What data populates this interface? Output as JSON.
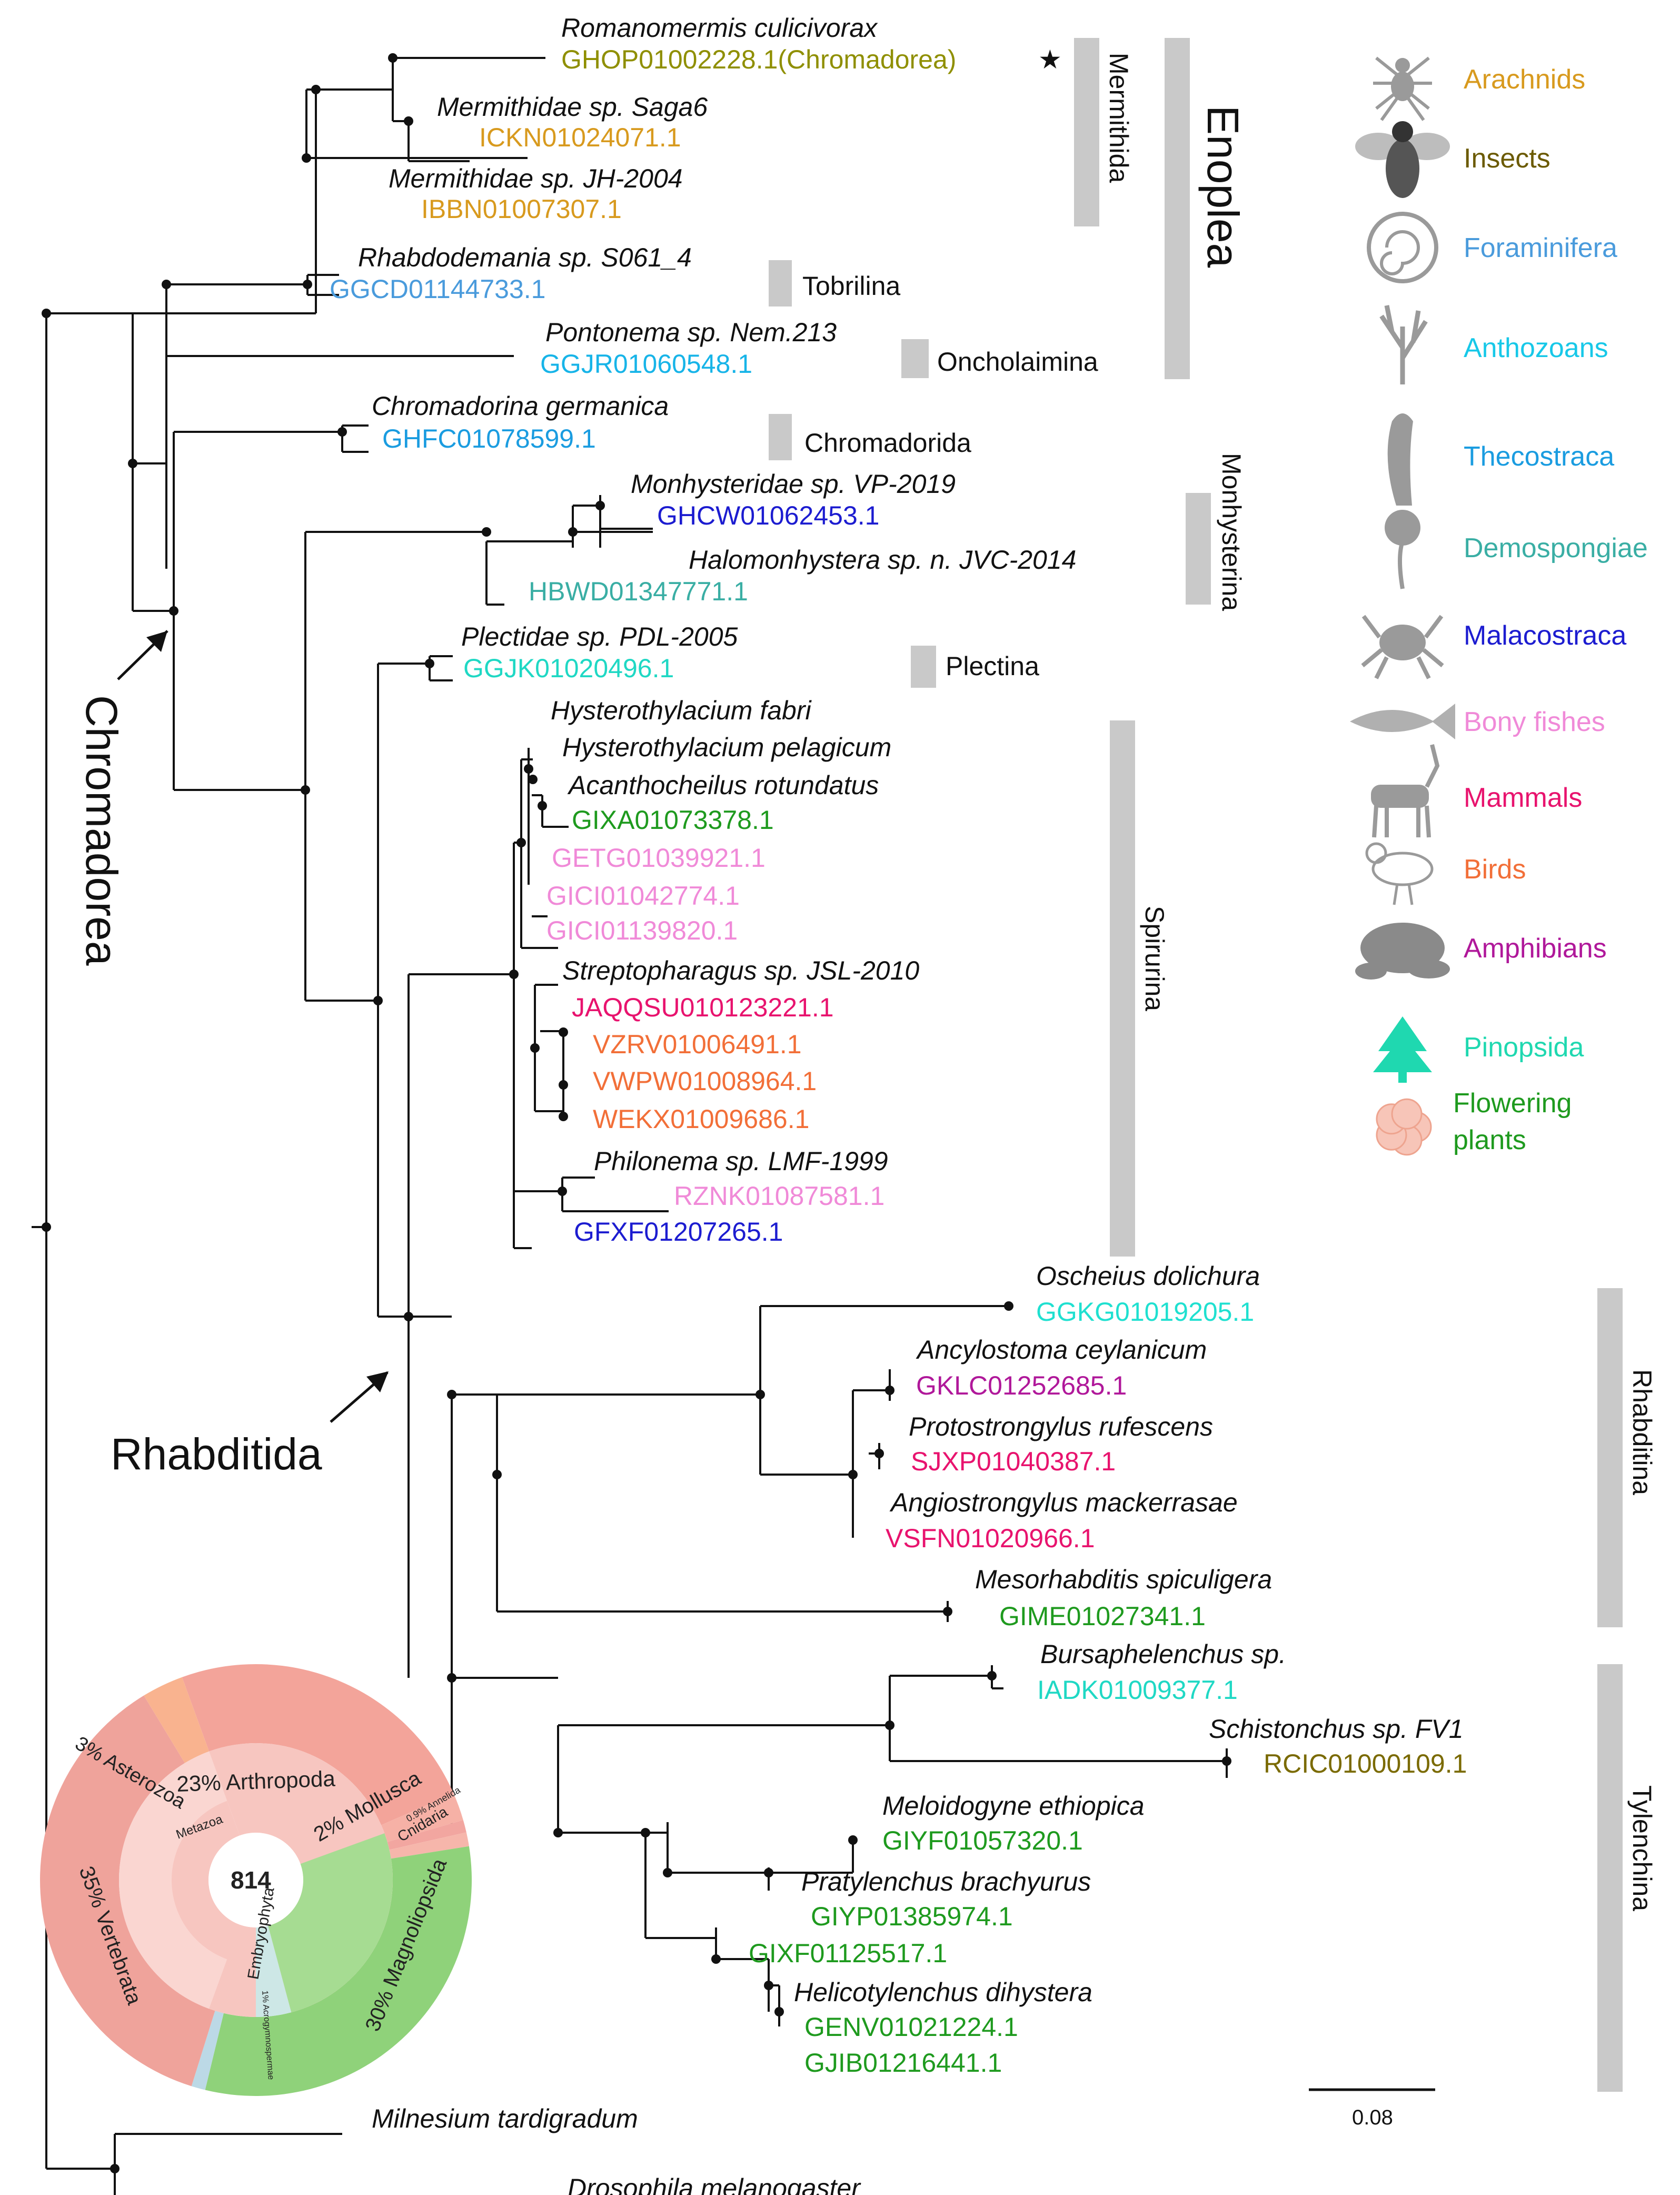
{
  "taxa": [
    {
      "species": "Romanomermis culicivorax",
      "accession": "GHOP01002228.1(Chromadorea)",
      "acc_color": "#8f8f00",
      "star": "★"
    },
    {
      "species": "Mermithidae sp. Saga6",
      "accession": "ICKN01024071.1",
      "acc_color": "#d89a1e"
    },
    {
      "species": "Mermithidae sp. JH-2004",
      "accession": "IBBN01007307.1",
      "acc_color": "#d89a1e"
    },
    {
      "species": "Rhabdodemania sp. S061_4",
      "accession": "GGCD01144733.1",
      "acc_color": "#4a9bdc"
    },
    {
      "species": "Pontonema sp. Nem.213",
      "accession": "GGJR01060548.1",
      "acc_color": "#17b4e8"
    },
    {
      "species": "Chromadorina germanica",
      "accession": "GHFC01078599.1",
      "acc_color": "#1a9ce0"
    },
    {
      "species": "Monhysteridae sp. VP-2019",
      "accession": "GHCW01062453.1",
      "acc_color": "#1c1cd0"
    },
    {
      "species": "Halomonhystera sp. n. JVC-2014",
      "accession": "HBWD01347771.1",
      "acc_color": "#3aaea4"
    },
    {
      "species": "Plectidae sp. PDL-2005",
      "accession": "GGJK01020496.1",
      "acc_color": "#1fd8c4"
    },
    {
      "species": "Hysterothylacium fabri"
    },
    {
      "species": "Hysterothylacium pelagicum"
    },
    {
      "species": "Acanthocheilus rotundatus",
      "accession": "GIXA01073378.1",
      "acc_color": "#1e9a1e"
    },
    {
      "accession": "GETG01039921.1",
      "acc_color": "#f08ad8"
    },
    {
      "accession": "GICI01042774.1",
      "acc_color": "#f08ad8"
    },
    {
      "accession": "GICI01139820.1",
      "acc_color": "#f08ad8"
    },
    {
      "species": "Streptopharagus sp. JSL-2010",
      "accession": "JAQQSU010123221.1",
      "acc_color": "#e8136e"
    },
    {
      "accession": "VZRV01006491.1",
      "acc_color": "#f26f38"
    },
    {
      "accession": "VWPW01008964.1",
      "acc_color": "#f26f38"
    },
    {
      "accession": "WEKX01009686.1",
      "acc_color": "#f26f38"
    },
    {
      "species": "Philonema sp. LMF-1999",
      "accession": "RZNK01087581.1",
      "acc_color": "#f08ad8"
    },
    {
      "accession": "GFXF01207265.1",
      "acc_color": "#1c1cd0"
    },
    {
      "species": "Oscheius dolichura",
      "accession": "GGKG01019205.1",
      "acc_color": "#1fe0d0"
    },
    {
      "species": "Ancylostoma ceylanicum",
      "accession": "GKLC01252685.1",
      "acc_color": "#b0189a"
    },
    {
      "species": "Protostrongylus rufescens",
      "accession": "SJXP01040387.1",
      "acc_color": "#e8136e"
    },
    {
      "species": "Angiostrongylus mackerrasae",
      "accession": "VSFN01020966.1",
      "acc_color": "#e8136e"
    },
    {
      "species": "Mesorhabditis spiculigera",
      "accession": "GIME01027341.1",
      "acc_color": "#1e9a1e"
    },
    {
      "species": "Bursaphelenchus sp.",
      "accession": "IADK01009377.1",
      "acc_color": "#1fd8c4"
    },
    {
      "species": "Schistonchus sp. FV1",
      "accession": "RCIC01000109.1",
      "acc_color": "#7a6a00"
    },
    {
      "species": "Meloidogyne ethiopica",
      "accession": "GIYF01057320.1",
      "acc_color": "#1e9a1e"
    },
    {
      "species": "Pratylenchus brachyurus",
      "accession": "GIYP01385974.1",
      "acc_color": "#1e9a1e"
    },
    {
      "accession": "GIXF01125517.1",
      "acc_color": "#1e9a1e"
    },
    {
      "species": "Helicotylenchus dihystera",
      "accession": "GENV01021224.1",
      "acc_color": "#1e9a1e"
    },
    {
      "accession": "GJIB01216441.1",
      "acc_color": "#1e9a1e"
    },
    {
      "species": "Milnesium tardigradum"
    },
    {
      "species": "Drosophila melanogaster"
    }
  ],
  "clades": {
    "mermithida": "Mermithida",
    "enoplea": "Enoplea",
    "tobrilina": "Tobrilina",
    "oncholaimina": "Oncholaimina",
    "chromadorida": "Chromadorida",
    "monhysterina": "Monhysterina",
    "plectina": "Plectina",
    "spirurina": "Spirurina",
    "rhabditina": "Rhabditina",
    "tylenchina": "Tylenchina",
    "chromadorea": "Chromadorea",
    "rhabditida": "Rhabditida"
  },
  "scale_bar": "0.08",
  "legend": [
    {
      "label": "Arachnids",
      "color": "#d89a1e",
      "icon": "spider-icon"
    },
    {
      "label": "Insects",
      "color": "#6b5a00",
      "icon": "bee-icon"
    },
    {
      "label": "Foraminifera",
      "color": "#4a9bdc",
      "icon": "foraminifera-icon"
    },
    {
      "label": "Anthozoans",
      "color": "#17c8e8",
      "icon": "coral-icon"
    },
    {
      "label": "Thecostraca",
      "color": "#1a9ce0",
      "icon": "barnacle-icon"
    },
    {
      "label": "Demospongiae",
      "color": "#3aaea4",
      "icon": "sponge-icon"
    },
    {
      "label": "Malacostraca",
      "color": "#1c1cd0",
      "icon": "crab-icon"
    },
    {
      "label": "Bony fishes",
      "color": "#f08ad8",
      "icon": "fish-icon"
    },
    {
      "label": "Mammals",
      "color": "#e8136e",
      "icon": "antelope-icon"
    },
    {
      "label": "Birds",
      "color": "#f26f38",
      "icon": "bird-icon"
    },
    {
      "label": "Amphibians",
      "color": "#b0189a",
      "icon": "frog-icon"
    },
    {
      "label": "Pinopsida",
      "color": "#1fd8b0",
      "icon": "conifer-icon"
    },
    {
      "label": "Flowering\nplants",
      "color": "#1e9a1e",
      "icon": "flower-icon"
    }
  ],
  "host_composition": {
    "center": "814",
    "inner": [
      "Metazoa",
      "Embryophyta"
    ],
    "outer": [
      {
        "label": "23% Arthropoda",
        "value": 23
      },
      {
        "label": "2% Mollusca",
        "value": 2
      },
      {
        "label": "0.9% Annelida",
        "value": 0.9
      },
      {
        "label": "Cnidaria",
        "value": 1
      },
      {
        "label": "30% Magnoliopsida",
        "value": 30
      },
      {
        "label": "1% Acrogymnospermae",
        "value": 1
      },
      {
        "label": "35% Vertebrata",
        "value": 35
      },
      {
        "label": "3% Asterozoa",
        "value": 3
      }
    ],
    "colors": {
      "metazoa": "#f2a6a0",
      "embryophyta": "#8fd27a"
    }
  }
}
